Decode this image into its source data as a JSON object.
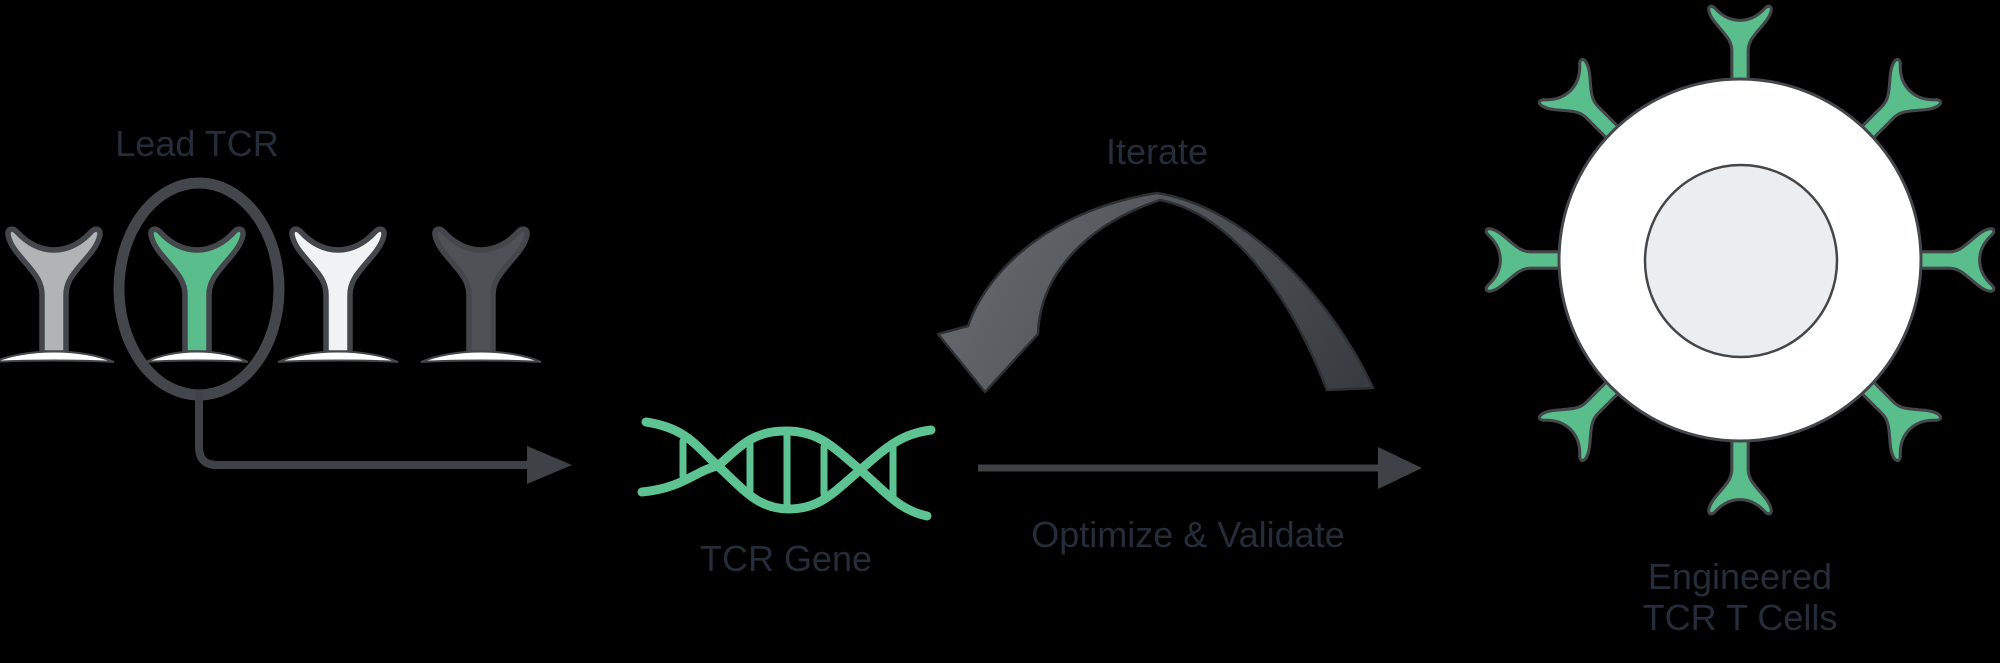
{
  "diagram": {
    "labels": {
      "lead_tcr": "Lead TCR",
      "tcr_gene": "TCR Gene",
      "iterate": "Iterate",
      "optimize_validate": "Optimize & Validate",
      "engineered_cell_line1": "Engineered",
      "engineered_cell_line2": "TCR T Cells"
    },
    "colors": {
      "background": "#000000",
      "label_text": "#242d39",
      "receptor_green": "#5abd8c",
      "dna_green": "#5ec392",
      "outline": "#43464a",
      "arrow_gray": "#3e4145",
      "iterate_arc_light": "#63666a",
      "iterate_arc_dark": "#383b3f",
      "iterate_arc_edge": "#2c2f33",
      "cell_fill": "#ffffff",
      "nucleus_fill": "#ecedef",
      "membrane_white": "#ffffff",
      "tcr_light_gray": "#b1b3b5",
      "tcr_white": "#f1f2f3",
      "tcr_dark_gray": "#4e5257"
    },
    "tcr_candidates": [
      {
        "id": "candidate-1",
        "fill": "#b1b3b5",
        "is_lead": false
      },
      {
        "id": "candidate-2",
        "fill": "#5abd8c",
        "is_lead": true
      },
      {
        "id": "candidate-3",
        "fill": "#f1f2f3",
        "is_lead": false
      },
      {
        "id": "candidate-4",
        "fill": "#4e5257",
        "is_lead": false
      }
    ],
    "cell": {
      "receptor_count": 8,
      "receptor_fill": "#5abd8c"
    }
  }
}
